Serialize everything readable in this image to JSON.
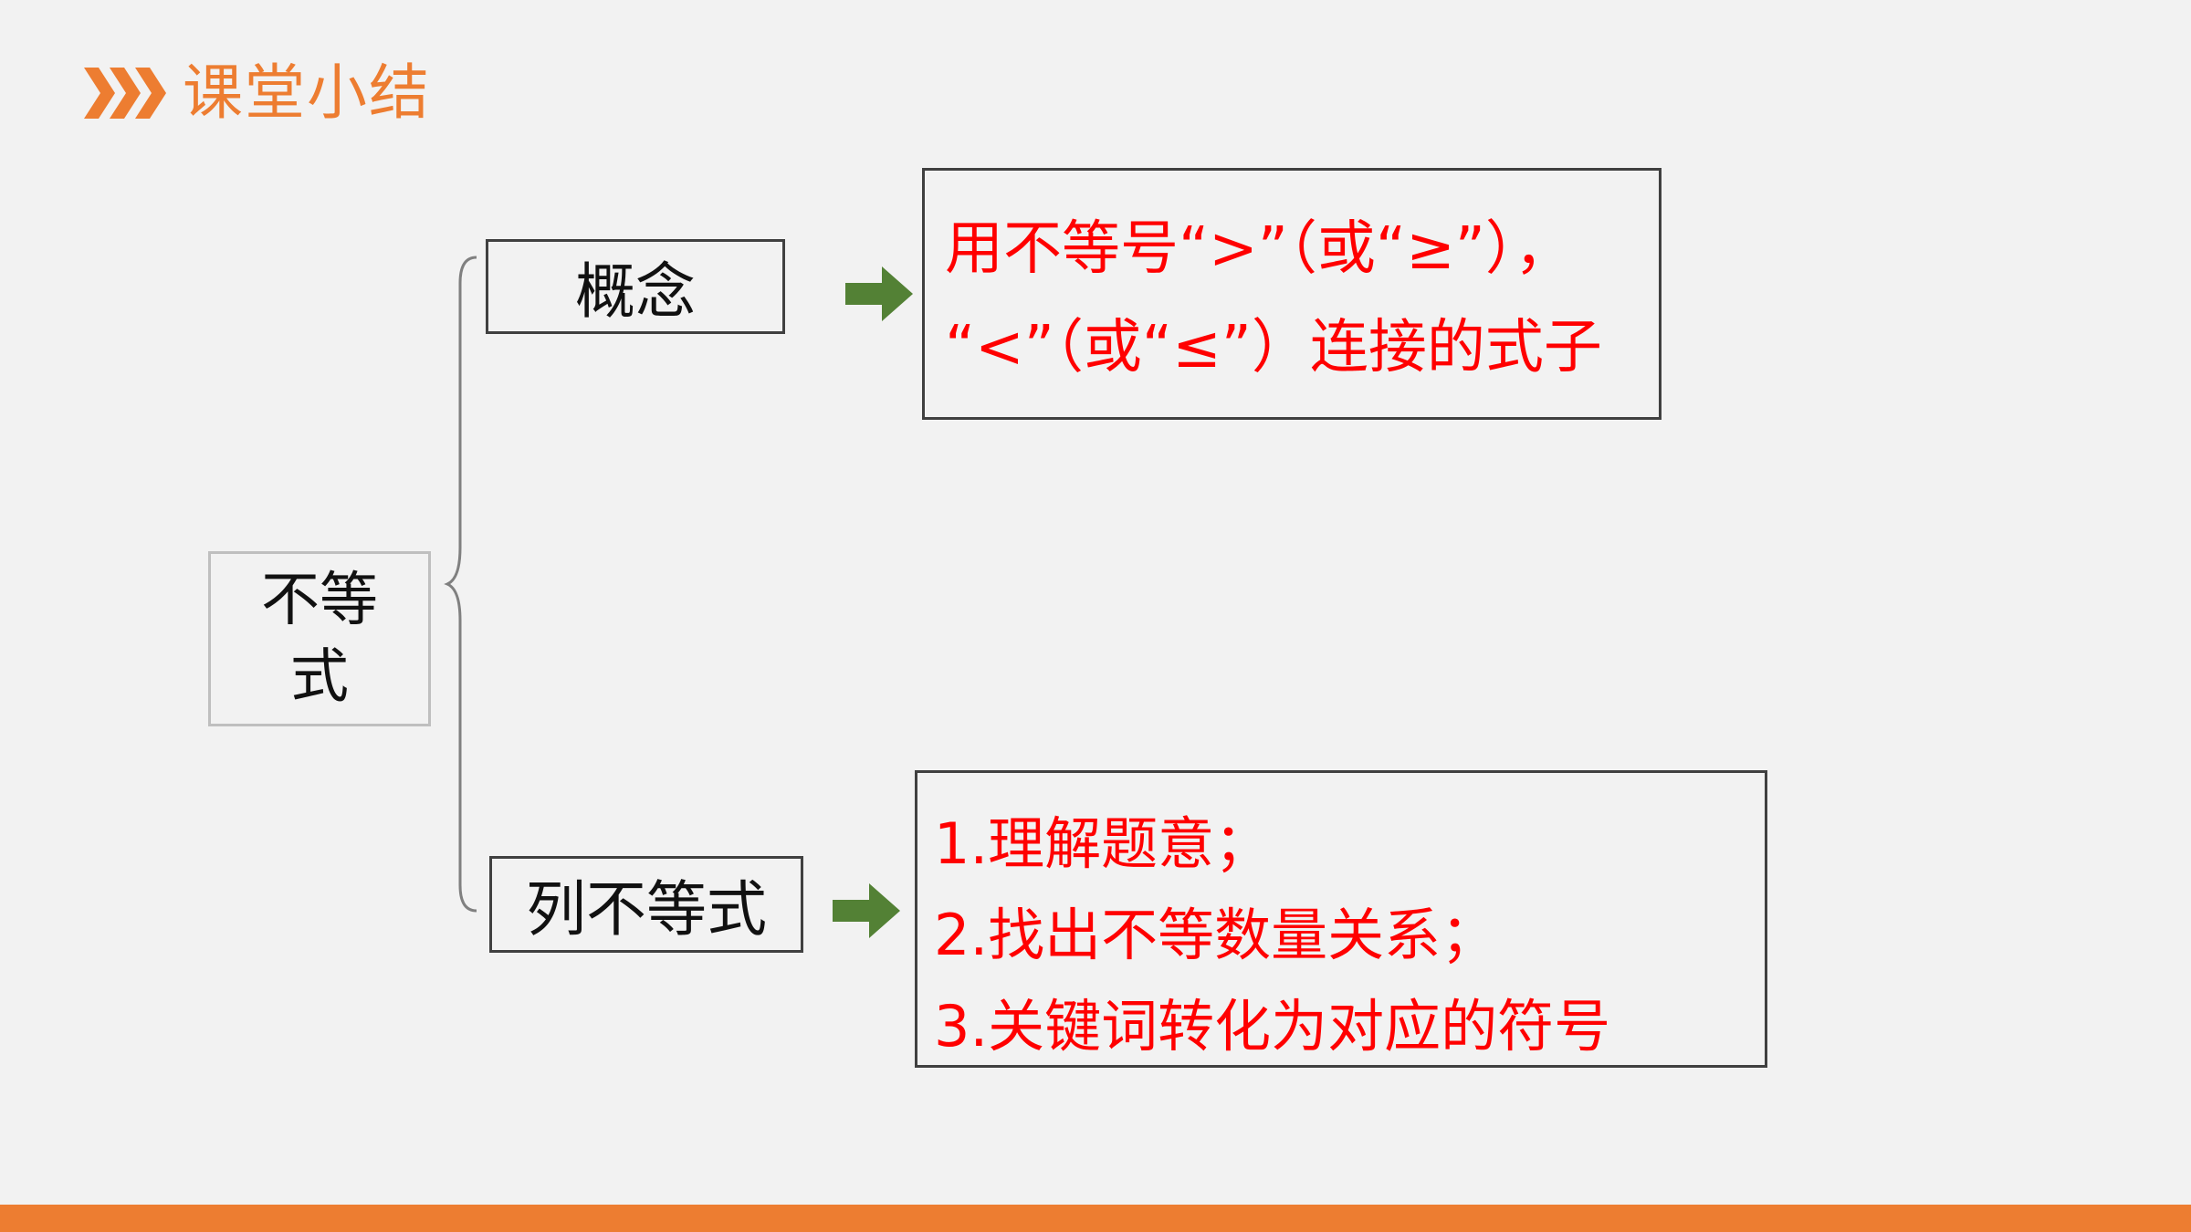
{
  "header": {
    "title": "课堂小结",
    "icon": "triple-chevron-icon",
    "accent_color": "#ed7d31"
  },
  "diagram": {
    "root": "不等式",
    "branches": [
      {
        "label": "概念",
        "details": [
          "用不等号“>”（或“≥”），",
          "“<”（或“≤”）连接的式子"
        ]
      },
      {
        "label": "列不等式",
        "details": [
          "1.理解题意；",
          "2.找出不等数量关系；",
          "3.关键词转化为对应的符号"
        ]
      }
    ]
  },
  "colors": {
    "detail_text": "#ff0000",
    "arrow": "#538135",
    "bottom_bar": "#ed7d31"
  }
}
